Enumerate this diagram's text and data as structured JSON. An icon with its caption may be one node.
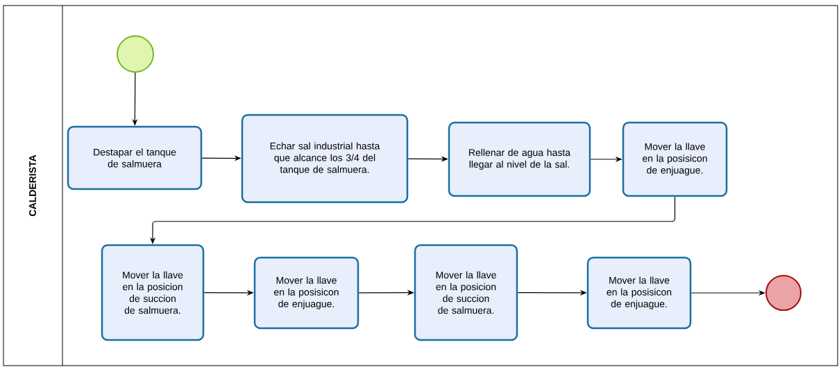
{
  "diagram": {
    "nodes": [
      {
        "text": [
          "CALDERISTA"
        ]
      },
      {
        "text": [],
        "shape": "circle",
        "in": 0
      },
      {
        "text": [
          "Destapar el tanque de salmuera"
        ],
        "in": 0
      },
      {
        "text": [
          "Echar sal industrial hasta que alcance los 3/4 del tanque de salmuera."
        ],
        "in": 0
      },
      {
        "text": [
          "Rellenar de agua hasta llegar al nivel de la sal."
        ],
        "in": 0
      },
      {
        "text": [
          "Mover la llave en la posisicon de enjuague."
        ],
        "in": 0
      },
      {
        "text": [
          "Mover la llave en la posicion de succion de salmuera."
        ],
        "in": 0
      },
      {
        "text": [
          "Mover la llave en la posisicon de enjuague."
        ],
        "in": 0
      },
      {
        "text": [
          "Mover la llave en la posicion de succion de salmuera."
        ],
        "in": 0
      },
      {
        "text": [
          "Mover la llave en la posisicon de enjuague."
        ],
        "in": 0
      },
      {
        "text": [],
        "shape": "circle",
        "in": 0
      }
    ],
    "edges": [
      {
        "from": 1,
        "to": 2,
        "arrow": "to"
      },
      {
        "from": 2,
        "to": 3,
        "arrow": "to"
      },
      {
        "from": 3,
        "to": 4,
        "arrow": "to"
      },
      {
        "from": 4,
        "to": 5,
        "arrow": "to"
      },
      {
        "from": 5,
        "to": 6,
        "arrow": "to"
      },
      {
        "from": 6,
        "to": 7,
        "arrow": "to"
      },
      {
        "from": 7,
        "to": 8,
        "arrow": "to"
      },
      {
        "from": 8,
        "to": 9,
        "arrow": "to"
      },
      {
        "from": 9,
        "to": 10,
        "arrow": "to"
      }
    ]
  }
}
